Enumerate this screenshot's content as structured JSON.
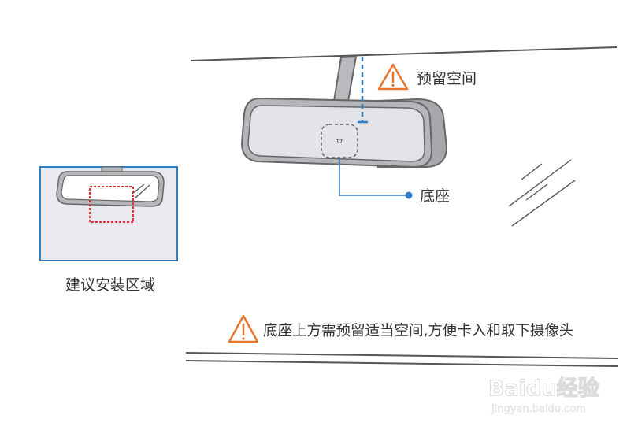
{
  "labels": {
    "reserve_space": "预留空间",
    "mount_base": "底座",
    "recommended_zone": "建议安装区域",
    "warning_note": "底座上方需预留适当空间,方便卡入和取下摄像头"
  },
  "watermark": {
    "brand": "Baidu经验",
    "url": "jingyan.baidu.com"
  },
  "colors": {
    "warning": "#E8752E",
    "accent_blue": "#2E7DC5",
    "zone_red": "#E03030",
    "mirror_gray": "#B4B6BA",
    "outline": "#666666",
    "inset_bg": "#E9E9EF"
  },
  "icons": [
    "warning-triangle-icon",
    "leader-dot-icon"
  ]
}
